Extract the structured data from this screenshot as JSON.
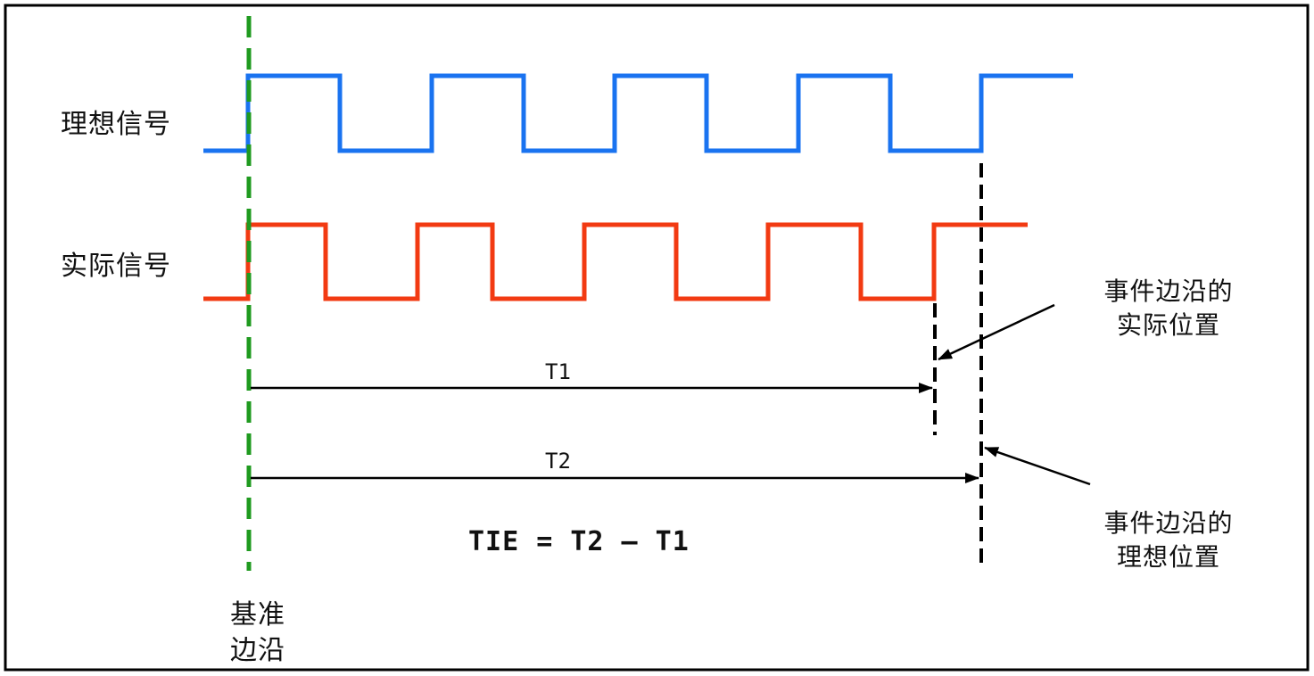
{
  "labels": {
    "ideal_signal": "理想信号",
    "actual_signal": "实际信号",
    "reference_edge_line1": "基准",
    "reference_edge_line2": "边沿",
    "actual_edge_note_line1": "事件边沿的",
    "actual_edge_note_line2": "实际位置",
    "ideal_edge_note_line1": "事件边沿的",
    "ideal_edge_note_line2": "理想位置",
    "t1": "T1",
    "t2": "T2",
    "formula": "TIE = T2 – T1"
  },
  "colors": {
    "ideal_signal": "#1a73f0",
    "actual_signal": "#f23a12",
    "reference_line": "#1f9a1f",
    "marker": "#000000",
    "frame": "#000000"
  }
}
